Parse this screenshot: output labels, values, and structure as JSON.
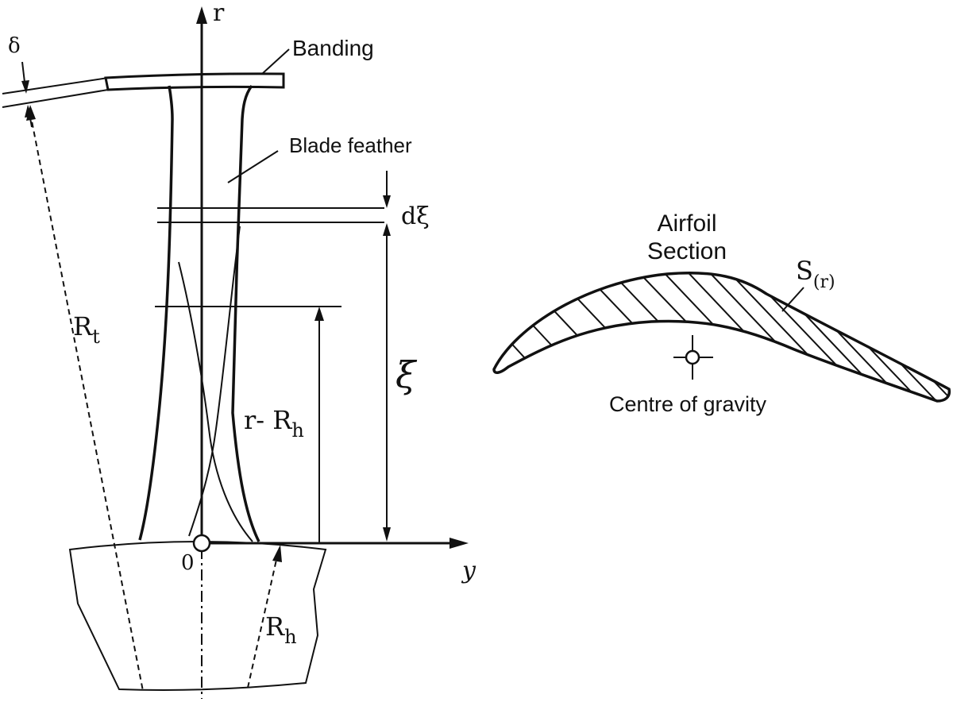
{
  "blade_diagram": {
    "axis_r_label": "r",
    "axis_y_label": "y",
    "origin_label": "0",
    "delta_label": "δ",
    "banding_label": "Banding",
    "blade_feather_label": "Blade feather",
    "dxi_label": "dξ",
    "xi_label": "ξ",
    "r_minus_rh_label": "r- R",
    "r_minus_rh_sub": "h",
    "rt_label": "R",
    "rt_sub": "t",
    "rh_label": "R",
    "rh_sub": "h"
  },
  "airfoil_diagram": {
    "title_line1": "Airfoil",
    "title_line2": "Section",
    "area_label": "S",
    "area_sub": "(r)",
    "cg_label": "Centre of gravity"
  }
}
